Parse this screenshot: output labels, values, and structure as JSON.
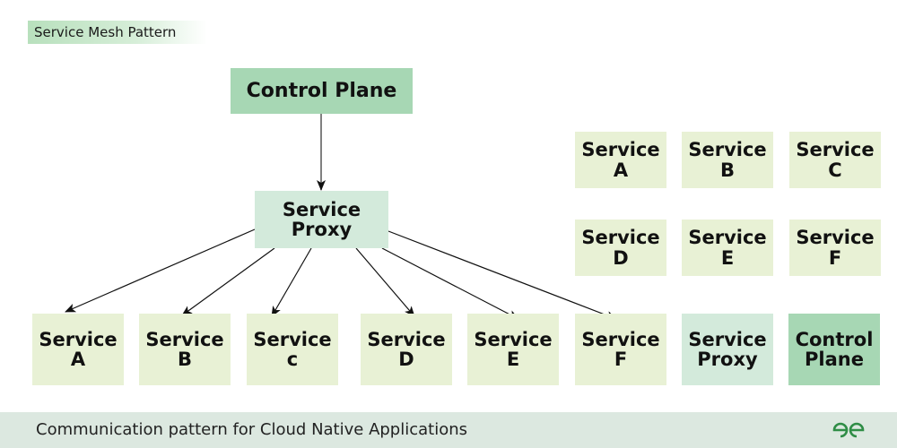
{
  "title": "Service Mesh Pattern",
  "diagram": {
    "control_plane": "Control Plane",
    "service_proxy": [
      "Service",
      "Proxy"
    ],
    "bottom_services": [
      {
        "line1": "Service",
        "line2": "A"
      },
      {
        "line1": "Service",
        "line2": "B"
      },
      {
        "line1": "Service",
        "line2": "c"
      },
      {
        "line1": "Service",
        "line2": "D"
      },
      {
        "line1": "Service",
        "line2": "E"
      },
      {
        "line1": "Service",
        "line2": "F"
      }
    ],
    "legend_grid": [
      {
        "line1": "Service",
        "line2": "A"
      },
      {
        "line1": "Service",
        "line2": "B"
      },
      {
        "line1": "Service",
        "line2": "C"
      },
      {
        "line1": "Service",
        "line2": "D"
      },
      {
        "line1": "Service",
        "line2": "E"
      },
      {
        "line1": "Service",
        "line2": "F"
      }
    ],
    "legend_proxy": [
      "Service",
      "Proxy"
    ],
    "legend_control": [
      "Control",
      "Plane"
    ],
    "edges": [
      {
        "from": "Control Plane",
        "to": "Service Proxy"
      },
      {
        "from": "Service Proxy",
        "to": "Service A"
      },
      {
        "from": "Service Proxy",
        "to": "Service B"
      },
      {
        "from": "Service Proxy",
        "to": "Service c"
      },
      {
        "from": "Service Proxy",
        "to": "Service D"
      },
      {
        "from": "Service Proxy",
        "to": "Service E"
      },
      {
        "from": "Service Proxy",
        "to": "Service F"
      }
    ]
  },
  "footer": {
    "caption": "Communication pattern for Cloud Native Applications",
    "logo": "gfg-logo-icon"
  },
  "colors": {
    "service_fill": "#e8f1d5",
    "proxy_fill": "#d3eadb",
    "control_fill": "#a7d7b4",
    "footer_bg": "#dce8e0",
    "logo_green": "#2f8d46"
  }
}
